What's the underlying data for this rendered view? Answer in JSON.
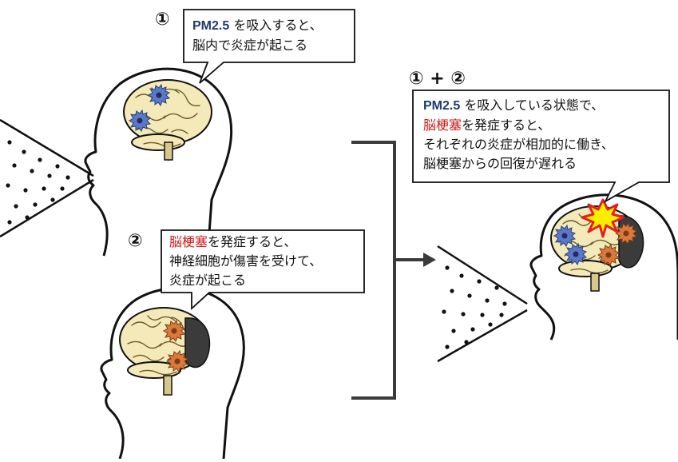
{
  "markers": {
    "one": "①",
    "two": "②",
    "combined": "① + ②"
  },
  "bubble1": {
    "pm": "PM2.5",
    "line1_rest": " を吸入すると、",
    "line2": "脳内で炎症が起こる"
  },
  "bubble2": {
    "stroke": "脳梗塞",
    "line1_rest": "を発症すると、",
    "line2": "神経細胞が傷害を受けて、",
    "line3": "炎症が起こる"
  },
  "bubble3": {
    "pm": "PM2.5",
    "line1_rest": " を吸入している状態で、",
    "stroke": "脳梗塞",
    "line2_rest": "を発症すると、",
    "line3": "それぞれの炎症が相加的に働き、",
    "line4": "脳梗塞からの回復が遅れる"
  },
  "colors": {
    "highlight_blue": "#1f3a6b",
    "highlight_red": "#d21a1a",
    "brain": "#f4eab9",
    "microglia_blue": "#5b79c9",
    "microglia_orange": "#d9793c",
    "infarct": "#3b3b3b",
    "burst_yellow": "#ffee00",
    "burst_red": "#e02020"
  },
  "icons": [
    "head-silhouette-icon",
    "brain-icon",
    "microglia-icon",
    "particle-cone-icon",
    "explosion-icon",
    "bracket-arrow-icon"
  ]
}
